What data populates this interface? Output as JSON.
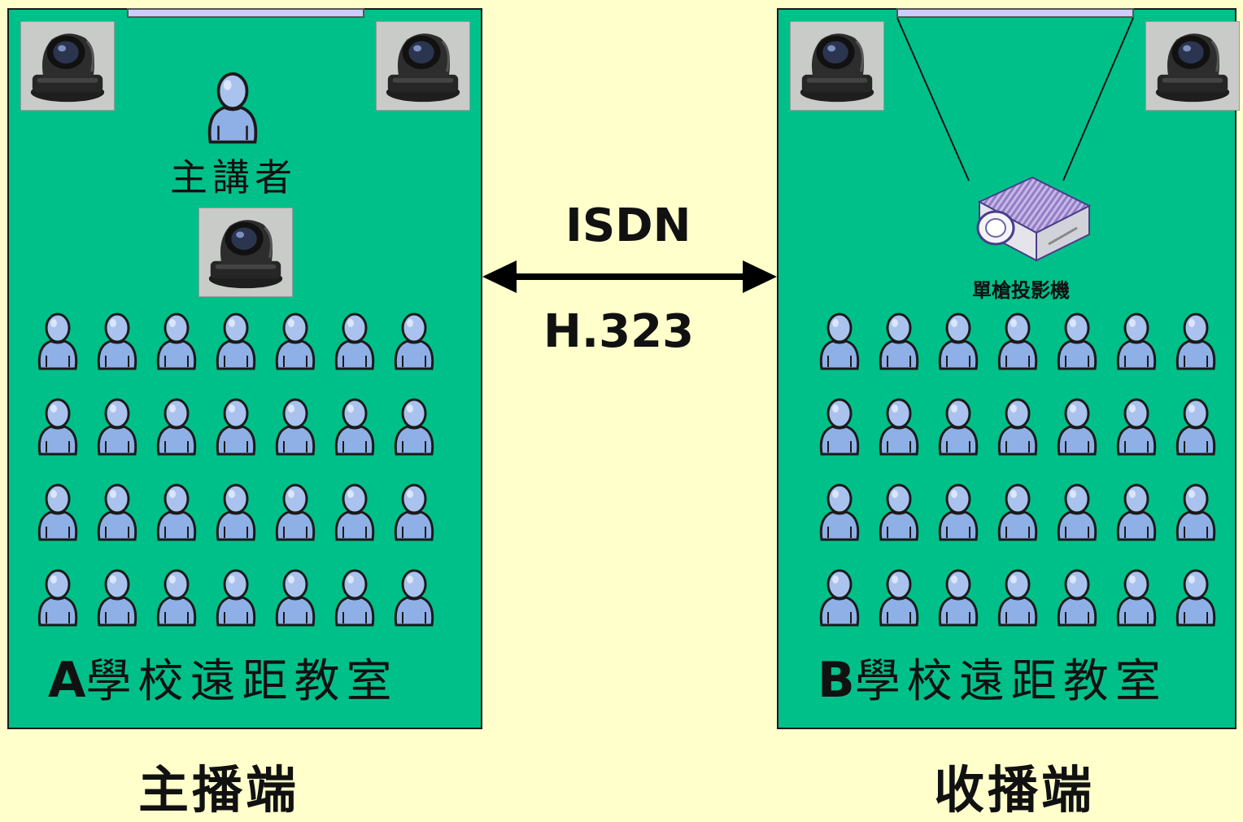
{
  "room_a": {
    "letter": "A",
    "title": "學校遠距教室",
    "presenter_label": "主講者",
    "bottom_label": "主播端"
  },
  "room_b": {
    "letter": "B",
    "title": "學校遠距教室",
    "projector_label": "單槍投影機",
    "bottom_label": "收播端"
  },
  "link": {
    "top_label": "ISDN",
    "bottom_label": "H.323"
  },
  "icons": {
    "camera": "ptz-camera-icon",
    "person": "person-icon",
    "projector": "projector-icon"
  },
  "colors": {
    "background": "#ffffcc",
    "room": "#00c08a",
    "person": "#8fb0e6",
    "screen": "#ccccff"
  }
}
